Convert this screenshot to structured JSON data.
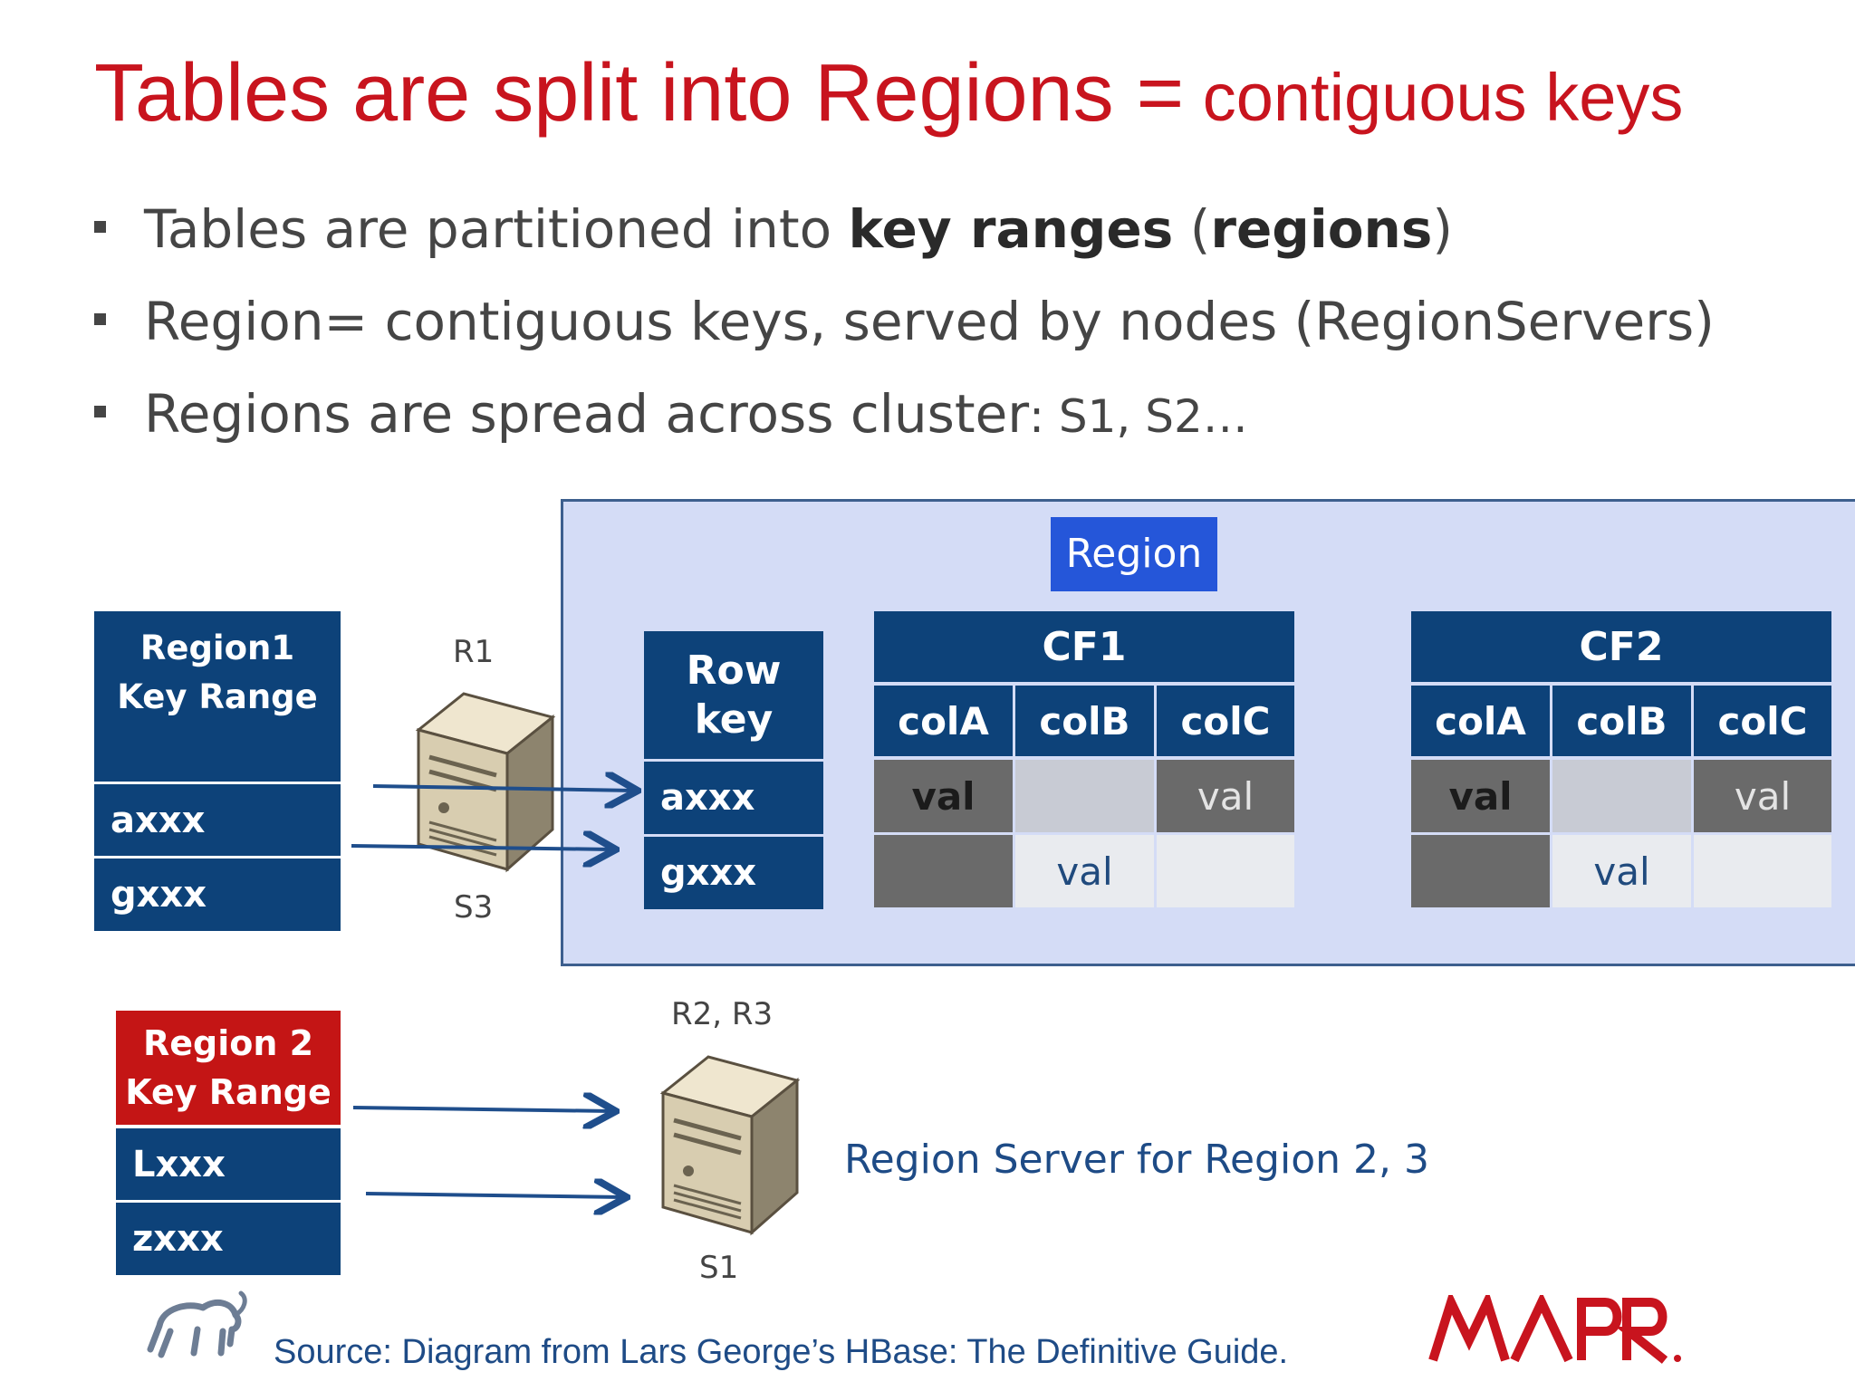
{
  "slide": {
    "title_main": "Tables are split into Regions =",
    "title_tail": " contiguous keys",
    "bullets": [
      {
        "pre": "Tables are partitioned into ",
        "bold1": "key ranges",
        "mid": " (",
        "bold2": "regions",
        "post": ")"
      },
      {
        "text": "Region= contiguous keys, served by nodes (RegionServers)"
      },
      {
        "text": "Regions are spread across cluster",
        "small": ": S1, S2…"
      }
    ]
  },
  "diagram": {
    "region_label": "Region",
    "region1": {
      "header_line1": "Region1",
      "header_line2": "Key Range",
      "keys": [
        "axxx",
        "gxxx"
      ]
    },
    "region2": {
      "header_line1": "Region 2",
      "header_line2": "Key Range",
      "keys": [
        "Lxxx",
        "zxxx"
      ]
    },
    "server_top": {
      "label_above": "R1",
      "label_below": "S3"
    },
    "server_bottom": {
      "label_above": "R2, R3",
      "label_below": "S1"
    },
    "rowkey": {
      "header_line1": "Row",
      "header_line2": "key",
      "keys": [
        "axxx",
        "gxxx"
      ]
    },
    "cf1": {
      "name": "CF1",
      "columns": [
        "colA",
        "colB",
        "colC"
      ],
      "row1": [
        "val",
        "",
        "val"
      ],
      "row2": [
        "",
        "val",
        ""
      ]
    },
    "cf2": {
      "name": "CF2",
      "columns": [
        "colA",
        "colB",
        "colC"
      ],
      "row1": [
        "val",
        "",
        "val"
      ],
      "row2": [
        "",
        "val",
        ""
      ]
    },
    "server_caption": "Region Server  for Region 2, 3"
  },
  "footer": {
    "source": "Source:  Diagram from Lars George’s HBase: The Definitive Guide.",
    "logo_text": "MAPR"
  },
  "colors": {
    "title_red": "#c8141e",
    "navy": "#0d4279",
    "region_red": "#c41515",
    "region_blue": "#2556d9",
    "panel": "#d4dcf6",
    "arrow": "#1f4e8c"
  }
}
